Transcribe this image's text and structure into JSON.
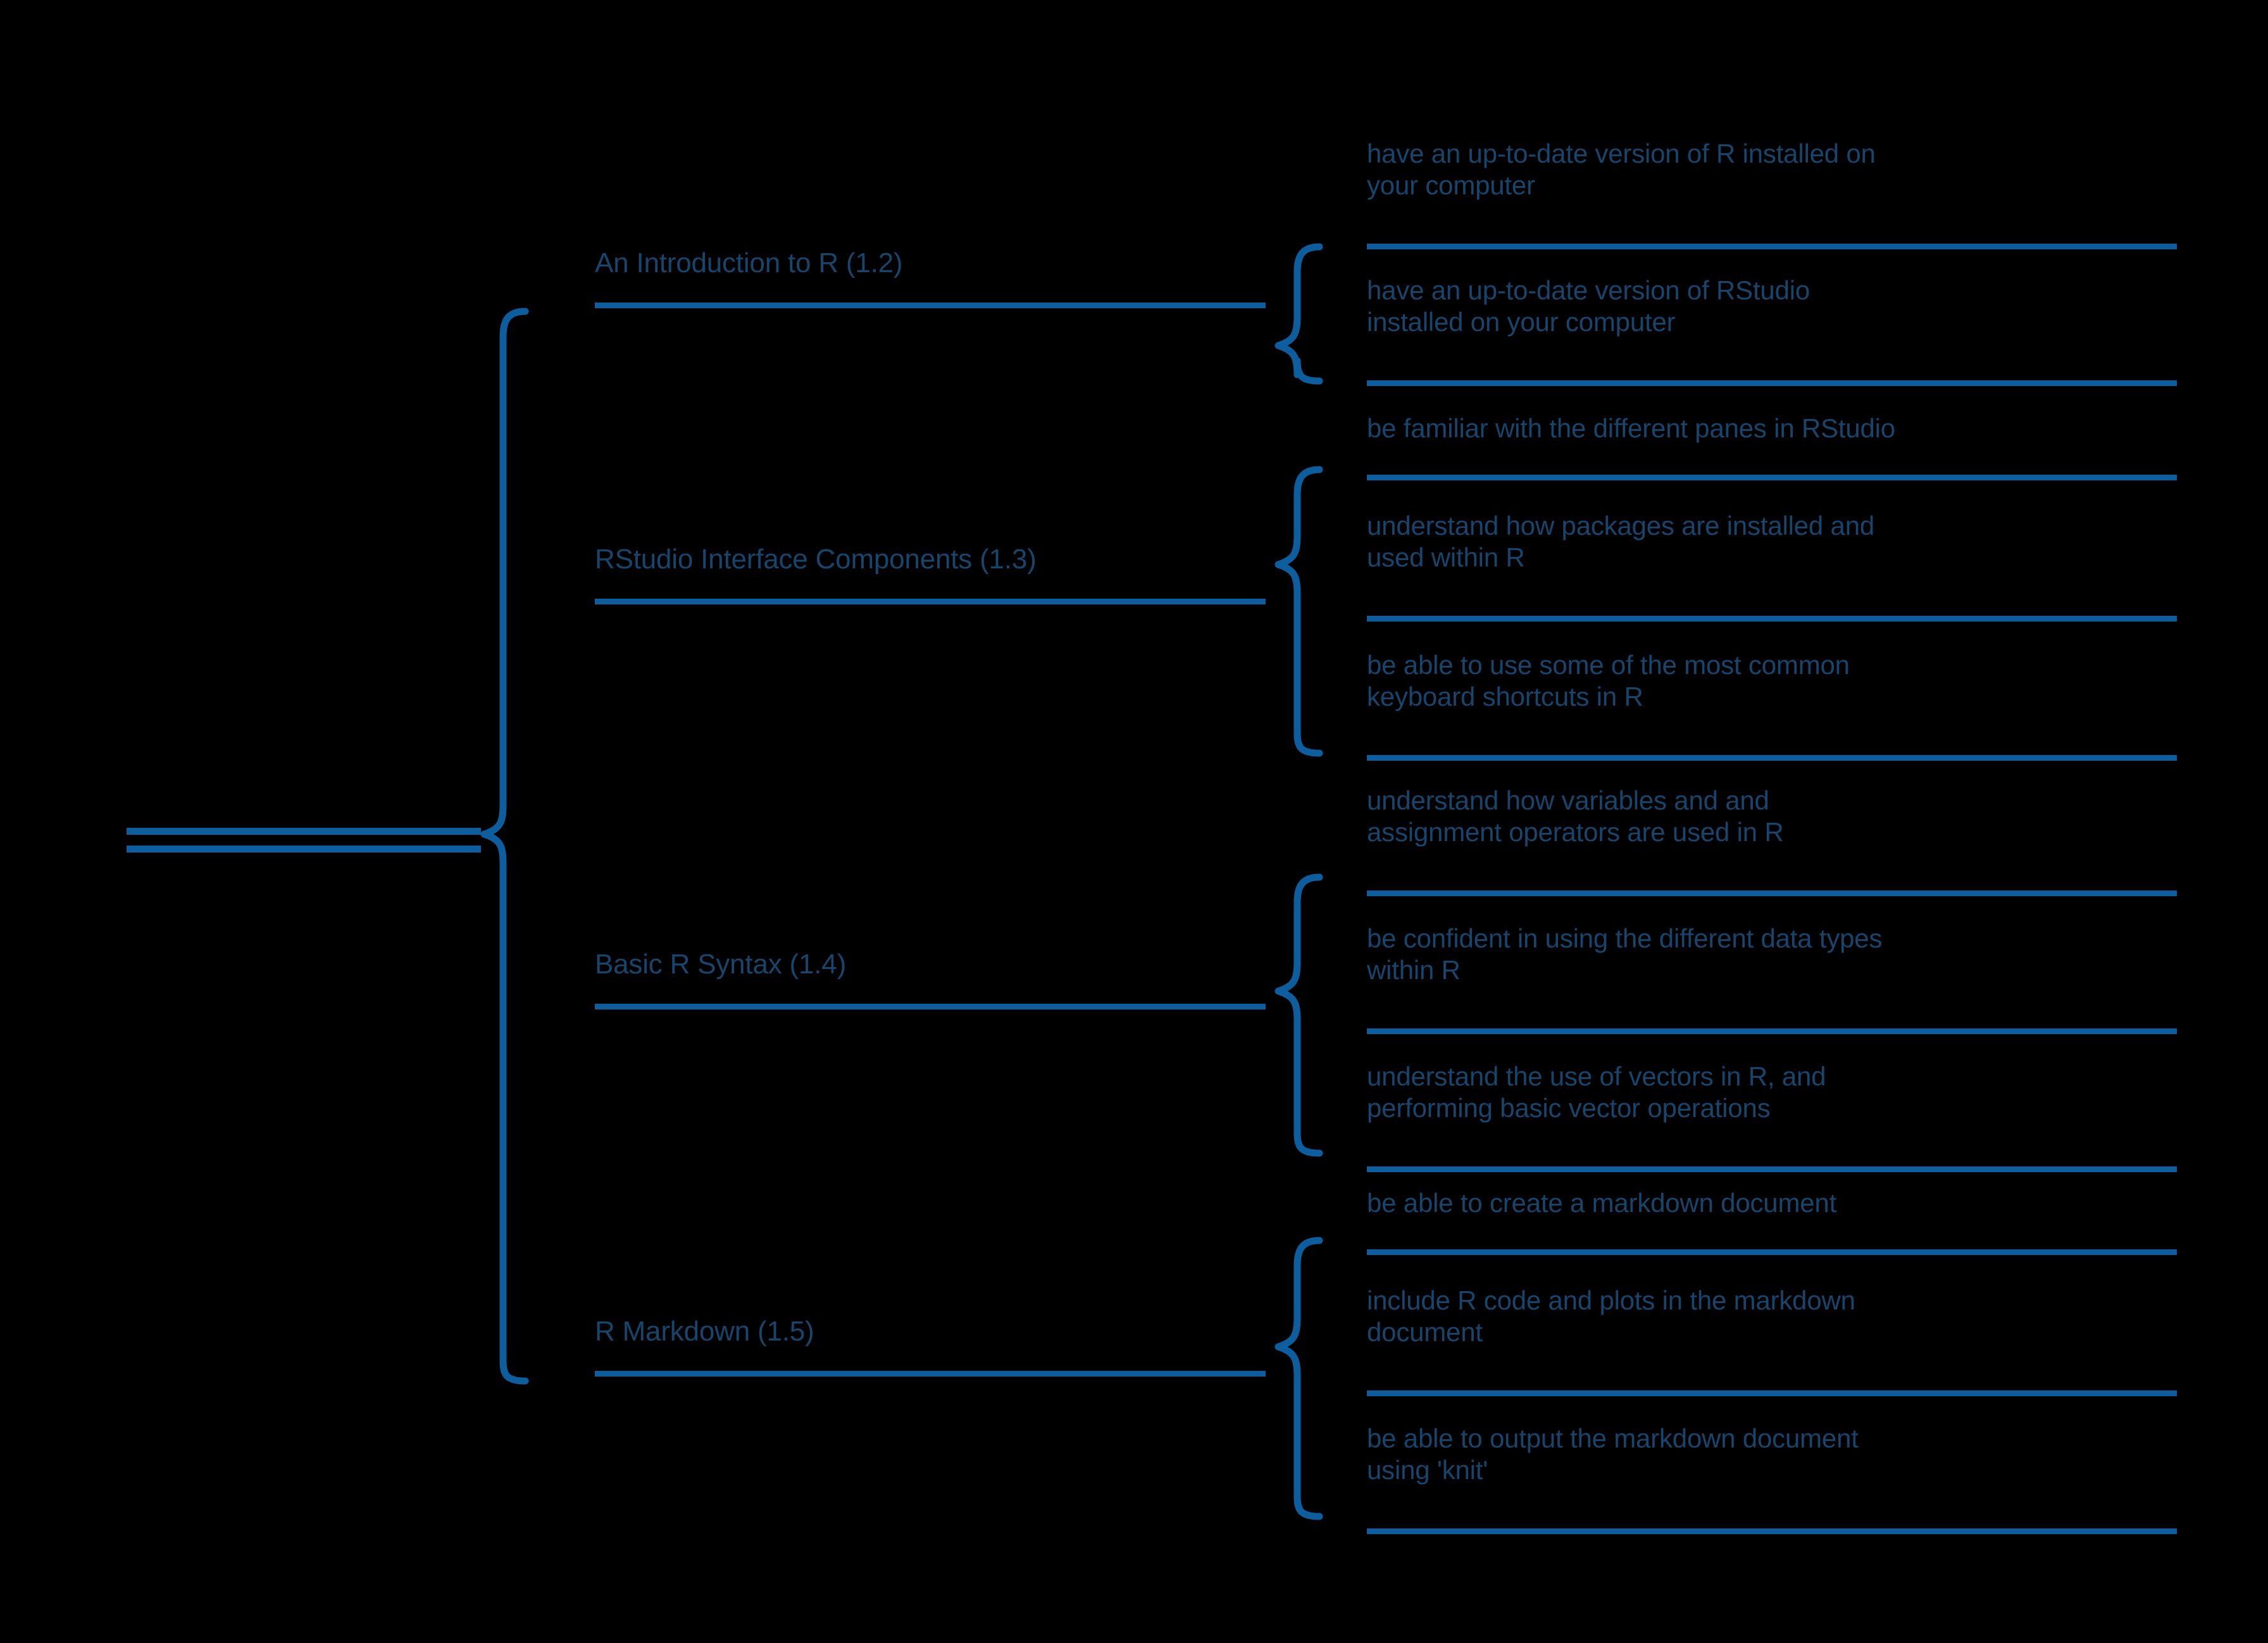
{
  "diagram": {
    "type": "mind-map",
    "title": "",
    "orientation": "left-to-right",
    "colors": {
      "background": "#000000",
      "connector": "#0d5e9e",
      "text": "#17456b",
      "underline": "#0d5e9e"
    },
    "root": {
      "label": "",
      "note": "root node shows only two horizontal rules, no visible text"
    },
    "branches": [
      {
        "label": "An Introduction to R (1.2)",
        "leaves": [
          "have an up-to-date version of R installed on\nyour computer",
          "have an up-to-date version of RStudio\ninstalled on your computer"
        ]
      },
      {
        "label": "RStudio Interface Components (1.3)",
        "leaves": [
          "be familiar with the different panes in RStudio",
          "understand how packages are installed and\nused within R",
          "be able to use some of the most common\nkeyboard shortcuts in R"
        ]
      },
      {
        "label": "Basic R Syntax (1.4)",
        "leaves": [
          "understand how variables and and\nassignment operators are used in R",
          "be confident in using the different data types\nwithin R",
          "understand the use of vectors in R, and\nperforming basic vector operations"
        ]
      },
      {
        "label": "R Markdown (1.5)",
        "leaves": [
          "be able to create a markdown document",
          "include R code and plots in the markdown\ndocument",
          "be able to output the markdown document\nusing 'knit'"
        ]
      }
    ]
  }
}
